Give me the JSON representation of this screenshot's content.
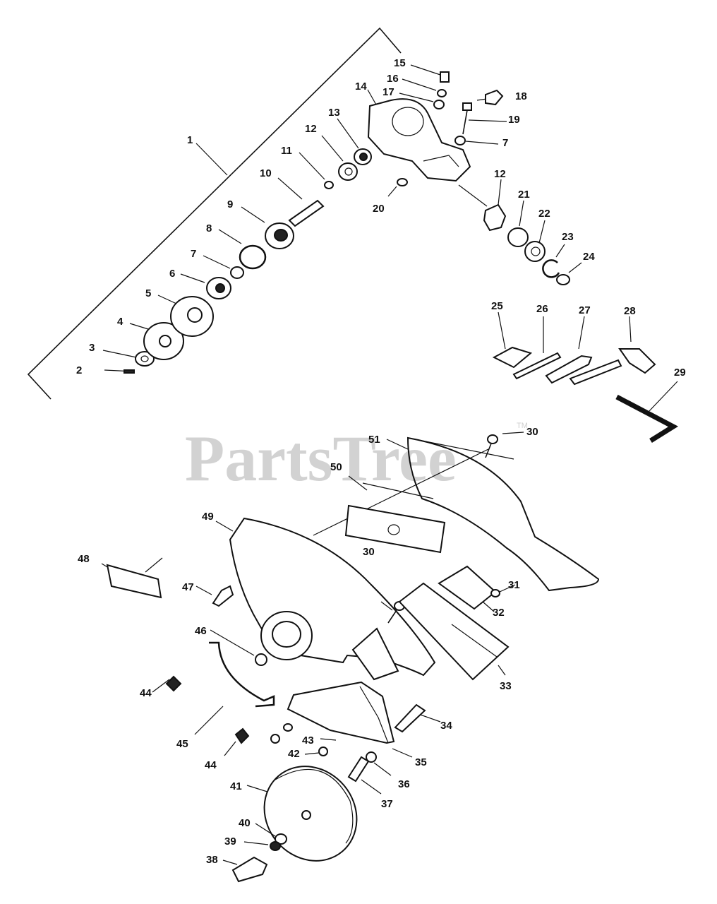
{
  "watermark": {
    "text": "PartsTree",
    "tm": "TM"
  },
  "labels": {
    "l1": "1",
    "l2": "2",
    "l3": "3",
    "l4": "4",
    "l5": "5",
    "l6": "6",
    "l7a": "7",
    "l8": "8",
    "l9": "9",
    "l10": "10",
    "l11": "11",
    "l12a": "12",
    "l13": "13",
    "l14": "14",
    "l15": "15",
    "l16": "16",
    "l17": "17",
    "l18": "18",
    "l19": "19",
    "l7b": "7",
    "l20": "20",
    "l12b": "12",
    "l21": "21",
    "l22": "22",
    "l23": "23",
    "l24": "24",
    "l25": "25",
    "l26": "26",
    "l27": "27",
    "l28": "28",
    "l29": "29",
    "l30a": "30",
    "l51": "51",
    "l50": "50",
    "l49": "49",
    "l48": "48",
    "l30b": "30",
    "l31": "31",
    "l32": "32",
    "l47": "47",
    "l33": "33",
    "l46": "46",
    "l44a": "44",
    "l45": "45",
    "l34": "34",
    "l43": "43",
    "l44b": "44",
    "l42": "42",
    "l35": "35",
    "l36": "36",
    "l41": "41",
    "l37": "37",
    "l40": "40",
    "l39": "39",
    "l38": "38"
  }
}
